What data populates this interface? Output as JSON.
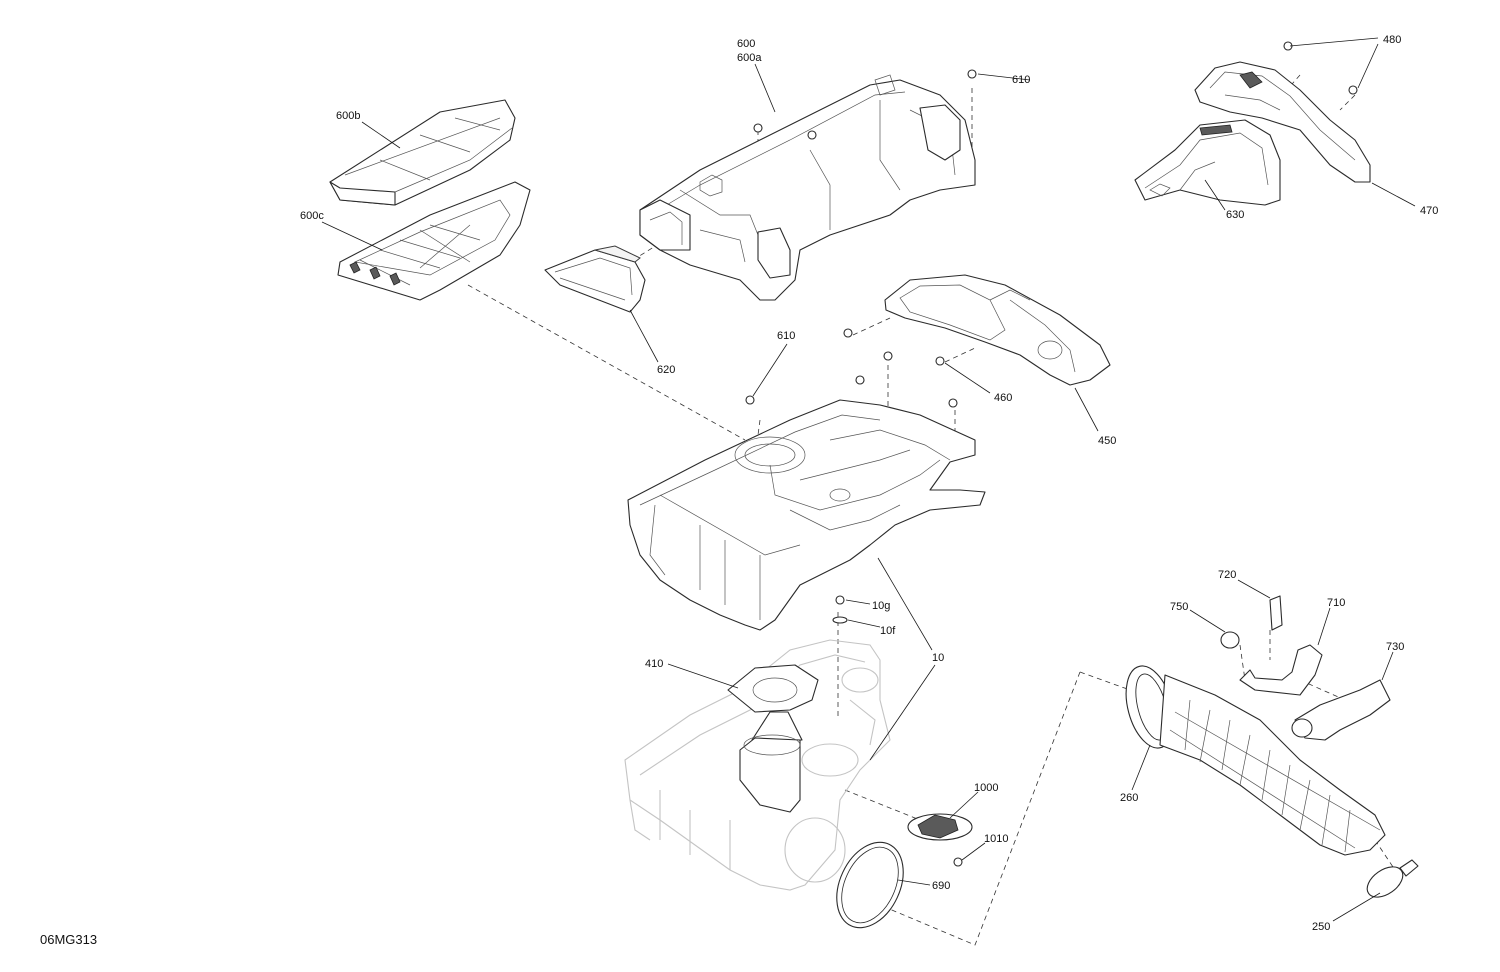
{
  "figure_id": "06MG313",
  "callouts": [
    "600",
    "600a",
    "610",
    "480",
    "600b",
    "470",
    "630",
    "600c",
    "620",
    "610",
    "460",
    "450",
    "10g",
    "10f",
    "10",
    "410",
    "720",
    "750",
    "710",
    "730",
    "260",
    "1000",
    "1010",
    "690",
    "250"
  ]
}
